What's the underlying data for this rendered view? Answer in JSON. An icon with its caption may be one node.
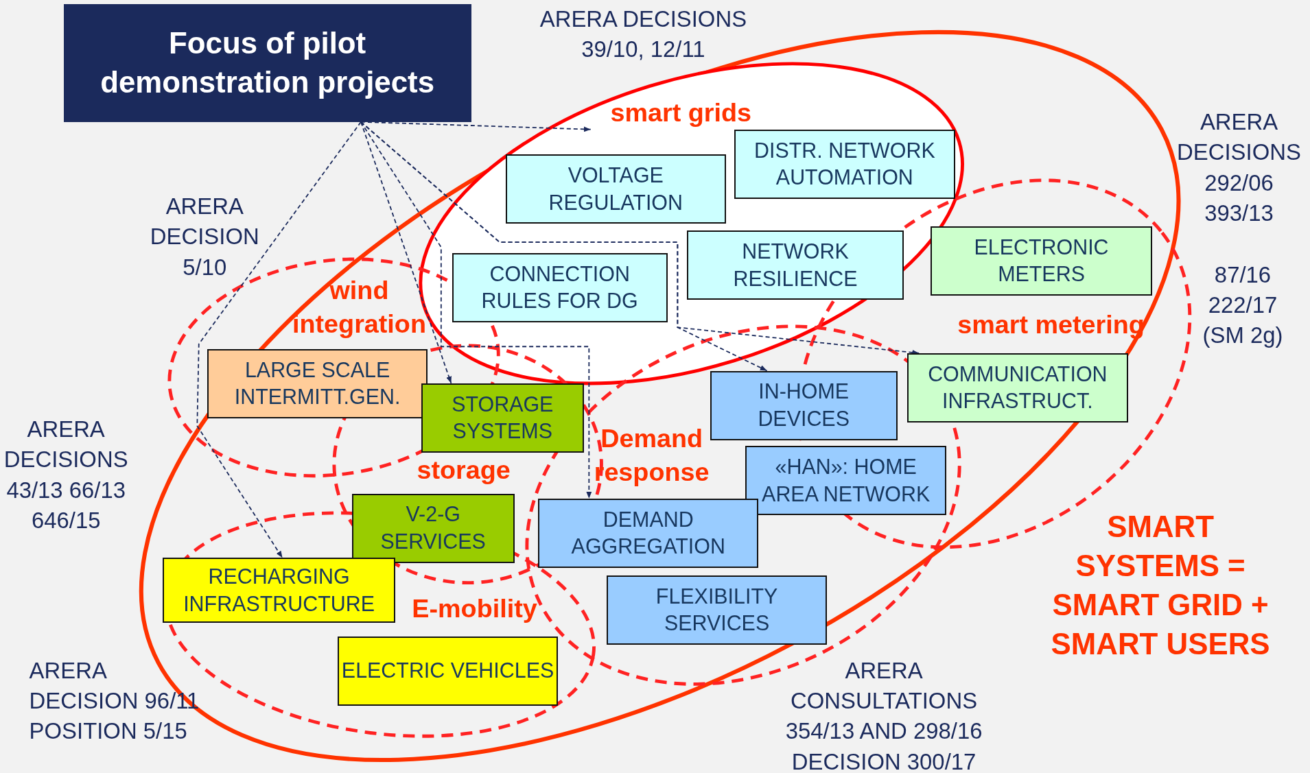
{
  "diagram": {
    "nodes": [
      {
        "text": [
          "Focus of pilot demonstration projects"
        ]
      },
      {
        "text": [
          "SMART SYSTEMS = SMART GRID + SMART USERS"
        ]
      },
      {
        "text": [
          "smart grids"
        ],
        "in": 1
      },
      {
        "text": [
          "wind integration"
        ],
        "in": 1
      },
      {
        "text": [
          "smart metering"
        ],
        "in": 1
      },
      {
        "text": [
          "storage"
        ],
        "in": 1
      },
      {
        "text": [
          "Demand response"
        ],
        "in": 1
      },
      {
        "text": [
          "E-mobility"
        ],
        "in": 1
      },
      {
        "text": [
          "VOLTAGE REGULATION"
        ],
        "in": 2
      },
      {
        "text": [
          "DISTR. NETWORK AUTOMATION"
        ],
        "in": 2
      },
      {
        "text": [
          "CONNECTION RULES FOR DG"
        ],
        "in": 2
      },
      {
        "text": [
          "NETWORK RESILIENCE"
        ],
        "in": 2
      },
      {
        "text": [
          "ELECTRONIC METERS"
        ],
        "in": 4
      },
      {
        "text": [
          "LARGE SCALE INTERMITT.GEN."
        ],
        "in": 3
      },
      {
        "text": [
          "STORAGE SYSTEMS"
        ],
        "in": 5
      },
      {
        "text": [
          "IN-HOME DEVICES"
        ],
        "in": 6
      },
      {
        "text": [
          "COMMUNICATION INFRASTRUCT."
        ],
        "in": 4
      },
      {
        "text": [
          "«HAN»: HOME AREA NETWORK"
        ],
        "in": 6
      },
      {
        "text": [
          "V-2-G SERVICES"
        ],
        "in": 5
      },
      {
        "text": [
          "DEMAND AGGREGATION"
        ],
        "in": 6
      },
      {
        "text": [
          "RECHARGING INFRASTRUCTURE"
        ],
        "in": 7
      },
      {
        "text": [
          "FLEXIBILITY SERVICES"
        ],
        "in": 6
      },
      {
        "text": [
          "ELECTRIC VEHICLES"
        ],
        "in": 7
      }
    ],
    "edges": [
      {
        "from": 0,
        "to": 2,
        "arrow": "to",
        "style": "dashed"
      },
      {
        "from": 0,
        "to": 16,
        "arrow": "to",
        "style": "dashed"
      },
      {
        "from": 0,
        "to": 15,
        "arrow": "to",
        "style": "dashed"
      },
      {
        "from": 0,
        "to": 19,
        "arrow": "to",
        "style": "dashed"
      },
      {
        "from": 0,
        "to": 14,
        "arrow": "to",
        "style": "dashed"
      },
      {
        "from": 0,
        "to": 20,
        "arrow": "to",
        "style": "dashed"
      }
    ],
    "labels": [
      "ARERA DECISIONS 39/10, 12/11",
      "ARERA DECISIONS 292/06 393/13",
      "ARERA DECISION 5/10",
      "87/16 222/17 (SM 2g)",
      "ARERA DECISIONS 43/13 66/13 646/15",
      "ARERA DECISION 96/11 POSITION 5/15",
      "ARERA CONSULTATIONS 354/13 AND 298/16 DECISION 300/17"
    ]
  }
}
